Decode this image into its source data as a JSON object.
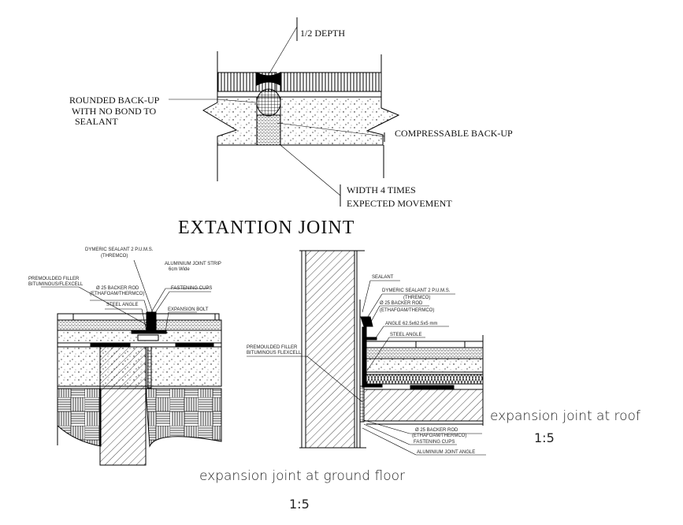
{
  "sheet": {
    "type": "CAD construction detail drawing",
    "background": "#ffffff",
    "ink": "#000000"
  },
  "detail_top": {
    "title": "EXTANTION JOINT",
    "labels": {
      "half_depth": "1/2 DEPTH",
      "rounded_backup_1": "ROUNDED BACK-UP",
      "rounded_backup_2": "WITH NO BOND TO",
      "rounded_backup_3": "SEALANT",
      "compressable": "COMPRESSABLE BACK-UP",
      "width_1": "WIDTH 4 TIMES",
      "width_2": "EXPECTED MOVEMENT"
    }
  },
  "detail_ground": {
    "caption": "expansion joint at ground floor",
    "scale": "1:5",
    "labels": {
      "dymeric_1": "DYMERIC SEALANT 2 P.U.M.S.",
      "dymeric_2": "(THREMCO)",
      "alu_strip_1": "ALUMINIUM JOINT STRIP",
      "alu_strip_2": "6cm Wide",
      "premoulded_1": "PREMOULDED FILLER",
      "premoulded_2": "BITUMINOUS/FLEXCELL",
      "backer_1": "Ø 25 BACKER ROD",
      "backer_2": "(ETHAFOAM/THERMCO)",
      "fastening": "FASTENING CUPS",
      "steel_angle": "STEEL ANGLE",
      "expansion_bolt": "EXPANSION BOLT"
    }
  },
  "detail_roof": {
    "caption": "expansion joint at roof",
    "scale": "1:5",
    "labels": {
      "sealant": "SEALANT",
      "dymeric_1": "DYMERIC SEALANT 2 P.U.M.S.",
      "dymeric_2": "(THREMCO)",
      "backer_1": "Ø 25 BACKER ROD",
      "backer_2": "(ETHAFOAM/THERMCO)",
      "angle": "ANGLE 62.5x62.5x5 mm",
      "steel_angle": "STEEL ANGLE",
      "premoulded_1": "PREMOULDED FILLER",
      "premoulded_2": "BITUMINOUS FLEXCELL",
      "backer_low_1": "Ø 25 BACKER ROD",
      "backer_low_2": "(ETHAFOAM/THERMCO)",
      "fastening": "FASTENING CUPS",
      "alu_angle": "ALUMINIUM JOINT ANGLE"
    }
  }
}
